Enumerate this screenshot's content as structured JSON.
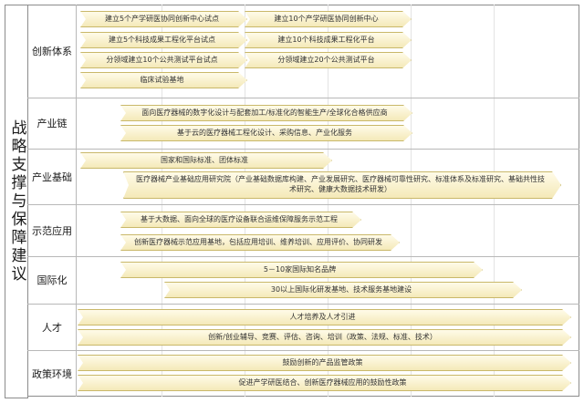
{
  "diagram": {
    "side_title": "战略支撑与保障建议",
    "rows": [
      {
        "label": "创新体系",
        "items": [
          "建立5个产学研医协同创新中心试点",
          "建立10个产学研医协同创新中心",
          "建立5个科技成果工程化平台试点",
          "建立10个科技成果工程化平台",
          "分领域建立10个公共测试平台试点",
          "分领域建立20个公共测试平台",
          "临床试验基地"
        ]
      },
      {
        "label": "产业链",
        "items": [
          "面向医疗器械的数字化设计与配套加工/标准化的智能生产/全球化合格供应商",
          "基于云的医疗器械工程化设计、采购信息、产业化服务"
        ]
      },
      {
        "label": "产业基础",
        "items": [
          "国家和国际标准、团体标准",
          "医疗器械产业基础应用研究院（产业基础数据库构建、产业发展研究、医疗器械可靠性研究、标准体系及标准研究、基础共性技术研究、健康大数据技术研发）"
        ]
      },
      {
        "label": "示范应用",
        "items": [
          "基于大数据、面向全球的医疗设备联合运维保障服务示范工程",
          "创新医疗器械示范应用基地，包括应用培训、维养培训、应用评价、协同研发"
        ]
      },
      {
        "label": "国际化",
        "items": [
          "5－10家国际知名品牌",
          "30以上国际化研发基地、技术服务基地建设"
        ]
      },
      {
        "label": "人才",
        "items": [
          "人才培养及人才引进",
          "创新/创业辅导、竞赛、评估、咨询、培训（政策、法规、标准、技术）"
        ]
      },
      {
        "label": "政策环境",
        "items": [
          "鼓励创新的产品监管政策",
          "促进产学研医结合、创新医疗器械应用的鼓励性政策"
        ]
      }
    ]
  }
}
